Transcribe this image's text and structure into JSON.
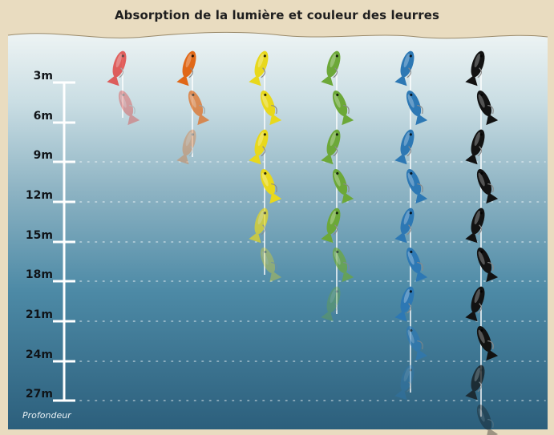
{
  "title": "Absorption de la lumière et couleur des leurres",
  "axis_caption": "Profondeur",
  "depths": [
    "3m",
    "6m",
    "9m",
    "12m",
    "15m",
    "18m",
    "21m",
    "24m",
    "27m"
  ],
  "colors": {
    "sand": "#e9dcc0",
    "water_top": "#eaf1f2",
    "water_mid": "#8fb4c4",
    "water_deep": "#2f6380",
    "scale": "#ffffff"
  },
  "lure_columns": [
    {
      "color": "red",
      "hex": "#e02420",
      "visible_lures": 2
    },
    {
      "color": "orange",
      "hex": "#e06818",
      "visible_lures": 3
    },
    {
      "color": "yellow",
      "hex": "#e8d81c",
      "visible_lures": 6
    },
    {
      "color": "green",
      "hex": "#6ca838",
      "visible_lures": 7
    },
    {
      "color": "blue",
      "hex": "#2d78b4",
      "visible_lures": 9
    },
    {
      "color": "black",
      "hex": "#121212",
      "visible_lures": 10
    }
  ]
}
